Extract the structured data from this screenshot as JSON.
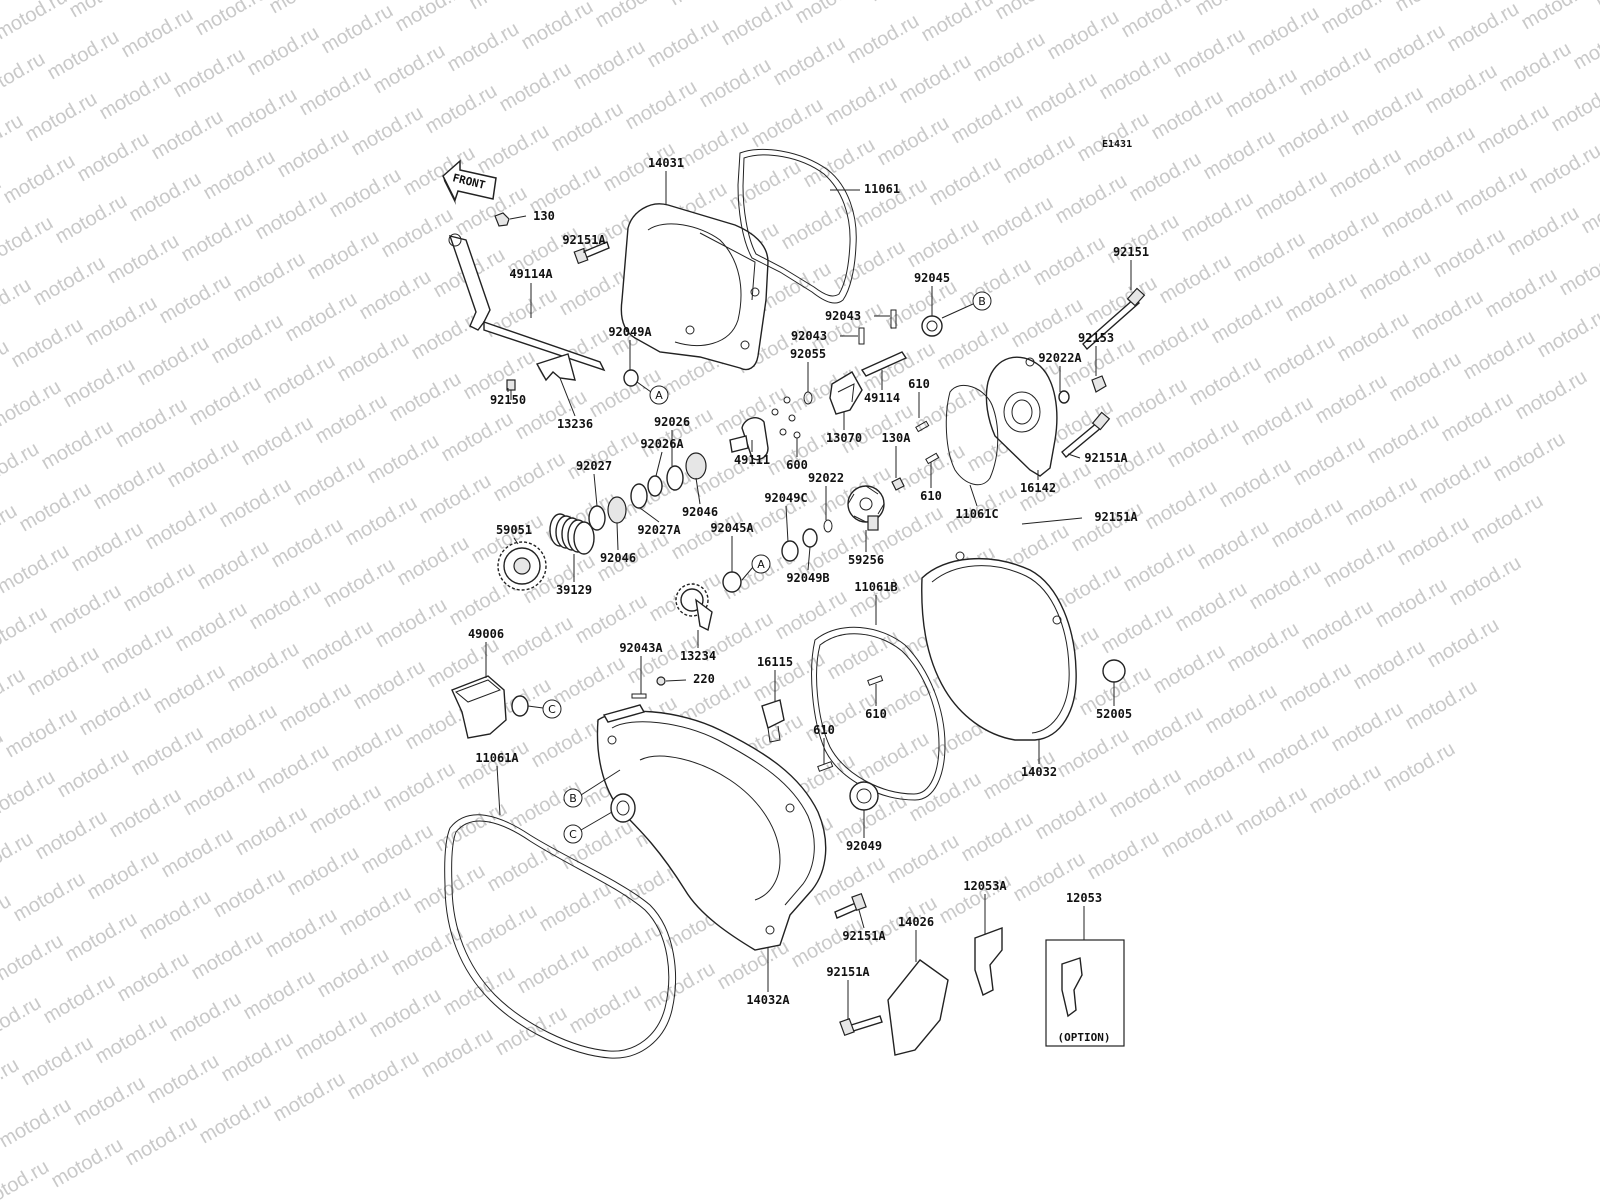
{
  "diagram_code": "E1431",
  "front_arrow_label": "FRONT",
  "option_label": "(OPTION)",
  "watermark": "motod.ru",
  "part_labels": [
    "14031",
    "11061",
    "130",
    "92151A",
    "49114A",
    "92049A",
    "92043",
    "92045",
    "92151",
    "92043",
    "92055",
    "92153",
    "92022A",
    "49114",
    "610",
    "13070",
    "92150",
    "13236",
    "92026",
    "92026A",
    "600",
    "130A",
    "49111",
    "92151A",
    "92027",
    "92022",
    "92046",
    "610",
    "92049C",
    "16142",
    "11061C",
    "92027A",
    "59051",
    "92045A",
    "92151A",
    "92046",
    "39129",
    "92049B",
    "59256",
    "11061B",
    "13234",
    "49006",
    "92043A",
    "220",
    "16115",
    "610",
    "52005",
    "610",
    "14032",
    "11061A",
    "92049",
    "92151A",
    "12053A",
    "12053",
    "14026",
    "92151A",
    "14032A"
  ],
  "reference_letters": [
    "A",
    "B",
    "A",
    "C",
    "B",
    "C"
  ]
}
